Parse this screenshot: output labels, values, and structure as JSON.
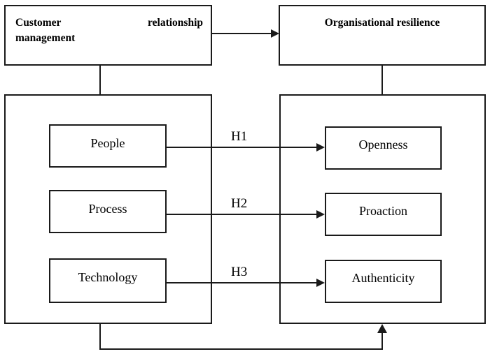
{
  "diagram": {
    "title_boxes": {
      "left": {
        "label": "Customer relationship management",
        "line1": "Customer                relationship",
        "line2": "management"
      },
      "right": {
        "label": "Organisational resilience"
      }
    },
    "left_container": {
      "name": "crm-dimensions-container",
      "items": [
        {
          "label": "People"
        },
        {
          "label": "Process"
        },
        {
          "label": "Technology"
        }
      ]
    },
    "right_container": {
      "name": "resilience-dimensions-container",
      "items": [
        {
          "label": "Openness"
        },
        {
          "label": "Proaction"
        },
        {
          "label": "Authenticity"
        }
      ]
    },
    "hypotheses": [
      {
        "label": "H1",
        "from": "People",
        "to": "Openness"
      },
      {
        "label": "H2",
        "from": "Process",
        "to": "Proaction"
      },
      {
        "label": "H3",
        "from": "Technology",
        "to": "Authenticity"
      }
    ],
    "colors": {
      "stroke": "#1a1a1a",
      "background": "#ffffff",
      "text": "#000000"
    }
  }
}
